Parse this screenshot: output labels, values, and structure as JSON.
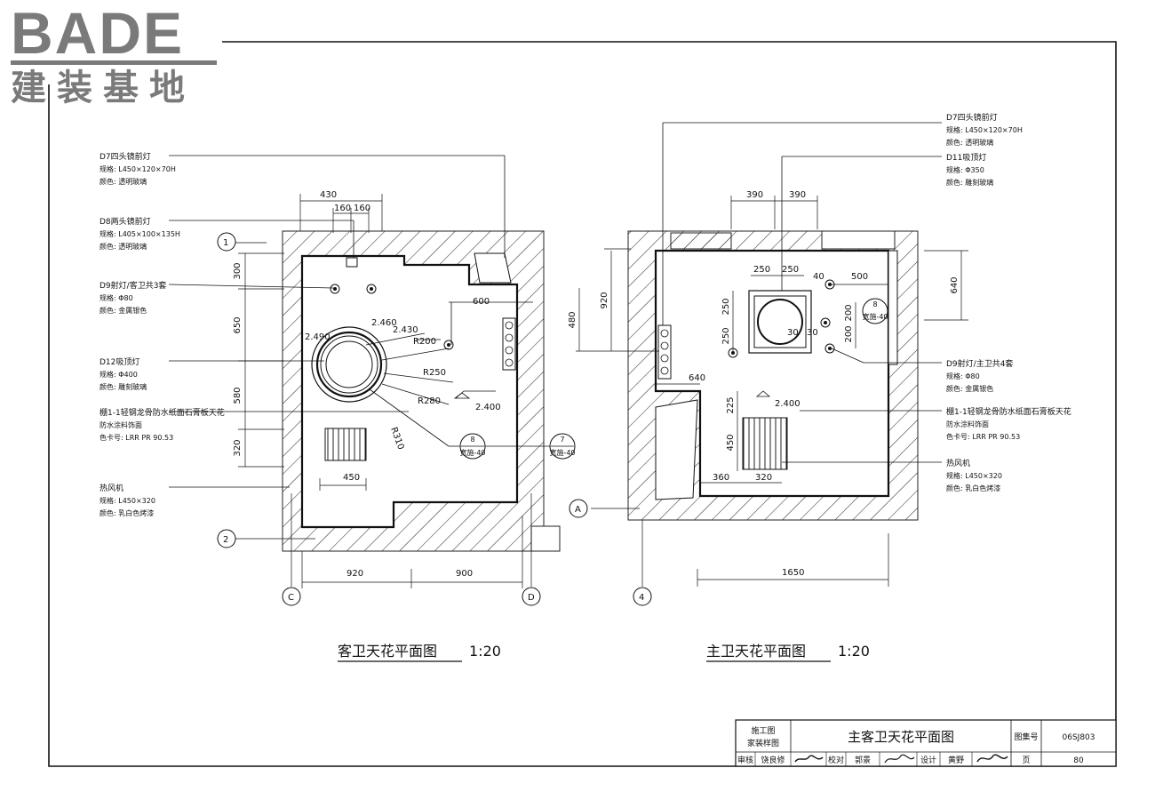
{
  "logo": {
    "latin": "BADE",
    "cjk": "建装基地"
  },
  "left_plan": {
    "title": "客卫天花平面图",
    "scale": "1:20",
    "callouts": [
      {
        "name": "D7四头镜前灯",
        "lines": [
          "规格: L450×120×70H",
          "颜色: 透明玻璃"
        ]
      },
      {
        "name": "D8两头镜前灯",
        "lines": [
          "规格: L405×100×135H",
          "颜色: 透明玻璃"
        ]
      },
      {
        "name": "D9射灯/客卫共3套",
        "lines": [
          "规格: Φ80",
          "颜色: 金属银色"
        ]
      },
      {
        "name": "D12吸顶灯",
        "lines": [
          "规格: Φ400",
          "颜色: 雕刻玻璃"
        ]
      },
      {
        "name": "棚1-1轻钢龙骨防水纸面石膏板天花",
        "lines": [
          "防水涂料饰面",
          "色卡号: LRR PR 90.53"
        ]
      },
      {
        "name": "热风机",
        "lines": [
          "规格: L450×320",
          "颜色: 乳白色烤漆"
        ]
      }
    ],
    "dims_top": [
      "430",
      "160",
      "160"
    ],
    "dims_left": [
      "300",
      "650",
      "580",
      "320"
    ],
    "dims_bottom": [
      "920",
      "900"
    ],
    "dims_inner": [
      "600",
      "2.460",
      "2.430",
      "2.490",
      "R200",
      "R250",
      "R280",
      "R310",
      "2.400",
      "450"
    ],
    "axes": [
      "1",
      "2",
      "C",
      "D"
    ],
    "sections": [
      {
        "num": "8",
        "sub": "宽施-40"
      },
      {
        "num": "7",
        "sub": "宽施-40"
      }
    ]
  },
  "right_plan": {
    "title": "主卫天花平面图",
    "scale": "1:20",
    "callouts": [
      {
        "name": "D7四头镜前灯",
        "lines": [
          "规格: L450×120×70H",
          "颜色: 透明玻璃"
        ]
      },
      {
        "name": "D11吸顶灯",
        "lines": [
          "规格: Φ350",
          "颜色: 雕刻玻璃"
        ]
      },
      {
        "name": "D9射灯/主卫共4套",
        "lines": [
          "规格: Φ80",
          "颜色: 金属银色"
        ]
      },
      {
        "name": "棚1-1轻钢龙骨防水纸面石膏板天花",
        "lines": [
          "防水涂料饰面",
          "色卡号: LRR PR 90.53"
        ]
      },
      {
        "name": "热风机",
        "lines": [
          "规格: L450×320",
          "颜色: 乳白色烤漆"
        ]
      }
    ],
    "dims_top": [
      "390",
      "390"
    ],
    "dims_right": [
      "640"
    ],
    "dims_left": [
      "920",
      "480"
    ],
    "dims_inner": [
      "250",
      "250",
      "40",
      "500",
      "250",
      "250",
      "200",
      "200",
      "30",
      "30",
      "640",
      "225",
      "450",
      "360",
      "320",
      "2.400"
    ],
    "dims_bottom": [
      "1650"
    ],
    "axes": [
      "A",
      "4"
    ],
    "sections": [
      {
        "num": "8",
        "sub": "宽施-40"
      }
    ]
  },
  "title_block": {
    "stage_top": "施工图",
    "stage_bottom": "家装样图",
    "drawing_title": "主客卫天花平面图",
    "atlas_label": "图集号",
    "atlas_no": "06SJ803",
    "review_label": "审核",
    "review_name": "饶良修",
    "check_label": "校对",
    "check_name": "郭景",
    "design_label": "设计",
    "design_name": "黄野",
    "page_label": "页",
    "page_no": "80"
  }
}
